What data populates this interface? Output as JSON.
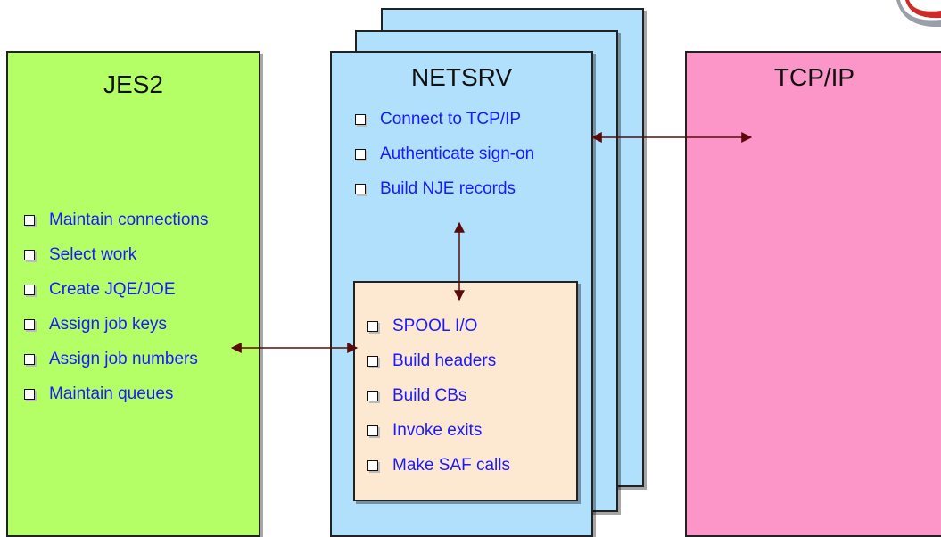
{
  "diagram": {
    "jes2": {
      "title": "JES2",
      "items": [
        "Maintain connections",
        "Select work",
        "Create JQE/JOE",
        "Assign job keys",
        "Assign job numbers",
        "Maintain queues"
      ]
    },
    "netsrv": {
      "title": "NETSRV",
      "items": [
        "Connect to TCP/IP",
        "Authenticate sign-on",
        "Build NJE records"
      ]
    },
    "inner": {
      "items": [
        "SPOOL I/O",
        "Build headers",
        "Build CBs",
        "Invoke exits",
        "Make SAF calls"
      ]
    },
    "tcpip": {
      "title": "TCP/IP"
    }
  },
  "colors": {
    "jes2_fill": "#b5ff66",
    "netsrv_fill": "#b0e0fb",
    "inner_fill": "#fde8d2",
    "tcpip_fill": "#fd96c8",
    "item_text": "#1a1aff",
    "arrow": "#5a0a0a"
  }
}
